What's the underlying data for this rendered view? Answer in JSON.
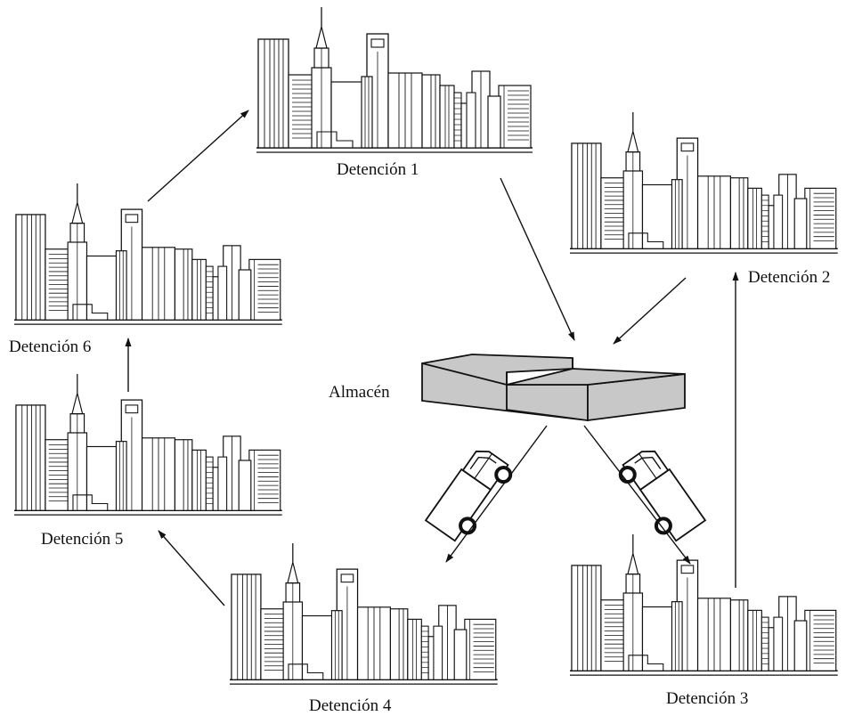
{
  "warehouse": {
    "label": "Almacén"
  },
  "stops": [
    {
      "label": "Detención 1"
    },
    {
      "label": "Detención 2"
    },
    {
      "label": "Detención 3"
    },
    {
      "label": "Detención 4"
    },
    {
      "label": "Detención 5"
    },
    {
      "label": "Detención 6"
    }
  ],
  "colors": {
    "line": "#111111",
    "warehouse_fill": "#c8c8c8",
    "background": "#ffffff"
  },
  "icons": {
    "city": "city-skyline-icon",
    "truck": "truck-icon",
    "warehouse": "warehouse-icon"
  }
}
